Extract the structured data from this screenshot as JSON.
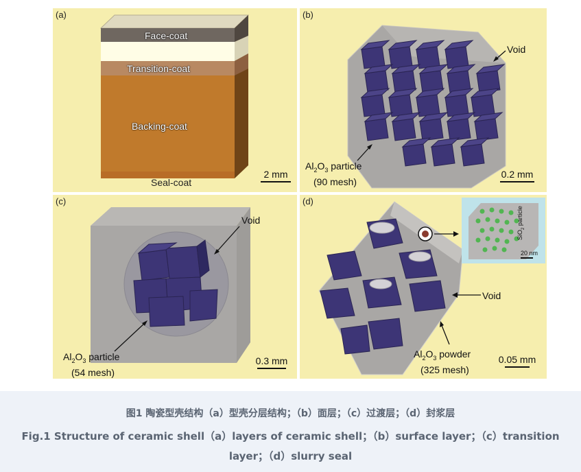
{
  "panels": {
    "a": {
      "label": "(a)",
      "layers": [
        "Face-coat",
        "Transition-coat",
        "Backing-coat",
        "Seal-coat"
      ],
      "scale": "2 mm"
    },
    "b": {
      "label": "(b)",
      "void": "Void",
      "particle_line1": "Al",
      "particle_sub1": "2",
      "particle_mid": "O",
      "particle_sub2": "3",
      "particle_word": " particle",
      "particle_mesh": "(90 mesh)",
      "scale": "0.2 mm"
    },
    "c": {
      "label": "(c)",
      "void": "Void",
      "particle_line1": "Al",
      "particle_sub1": "2",
      "particle_mid": "O",
      "particle_sub2": "3",
      "particle_word": " particle",
      "particle_mesh": "(54 mesh)",
      "scale": "0.3 mm"
    },
    "d": {
      "label": "(d)",
      "void": "Void",
      "particle_line1": "Al",
      "particle_sub1": "2",
      "particle_mid": "O",
      "particle_sub2": "3",
      "particle_word": " powder",
      "particle_mesh": "(325 mesh)",
      "scale": "0.05 mm",
      "inset_label": "SiO",
      "inset_sub": "2",
      "inset_word": " particle",
      "inset_scale": "20 nm"
    }
  },
  "caption": {
    "chinese": "图1 陶瓷型壳结构（a）型壳分层结构；（b）面层；（c）过渡层；（d）封浆层",
    "english": "Fig.1 Structure of ceramic shell（a）layers of ceramic shell；（b）surface layer；（c）transition layer；（d）slurry seal"
  },
  "colors": {
    "panel_bg": "#f6eeae",
    "particle": "#3d3576",
    "shell_grey": "#a9a7a5",
    "backing": "#c07a2c",
    "caption_bg": "#eef2f8",
    "caption_text": "#5a6472"
  }
}
